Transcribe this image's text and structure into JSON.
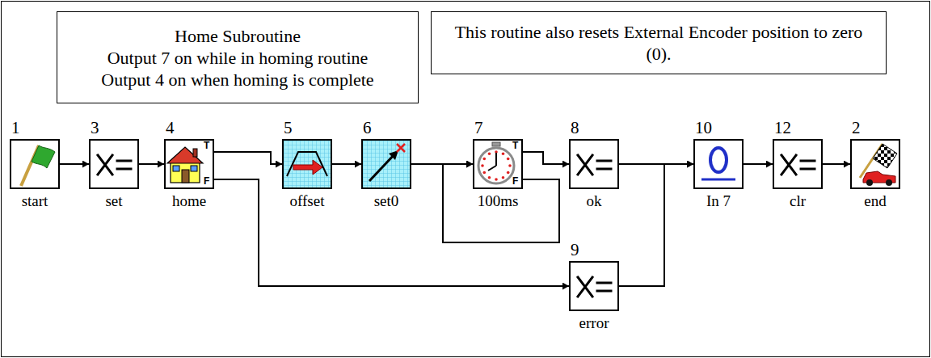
{
  "diagram": {
    "nodes": [
      {
        "text": [
          "Home Subroutine",
          "Output 7 on while in homing routine",
          "Output 4 on when homing is complete"
        ]
      },
      {
        "text": [
          "This routine also resets External Encoder position to zero (0)."
        ]
      },
      {
        "text": [
          "1",
          "start"
        ]
      },
      {
        "text": [
          "3",
          "set"
        ]
      },
      {
        "text": [
          "4",
          "home"
        ]
      },
      {
        "text": [
          "5",
          "offset"
        ]
      },
      {
        "text": [
          "6",
          "set0"
        ]
      },
      {
        "text": [
          "7",
          "100ms"
        ]
      },
      {
        "text": [
          "8",
          "ok"
        ]
      },
      {
        "text": [
          "9",
          "error"
        ]
      },
      {
        "text": [
          "10",
          "In 7"
        ]
      },
      {
        "text": [
          "12",
          "clr"
        ]
      },
      {
        "text": [
          "2",
          "end"
        ]
      }
    ],
    "edges": [
      {
        "from": 2,
        "to": 3,
        "arrow": "to"
      },
      {
        "from": 3,
        "to": 4,
        "arrow": "to"
      },
      {
        "from": 4,
        "to": 5,
        "arrow": "to"
      },
      {
        "from": 4,
        "to": 9,
        "arrow": "to"
      },
      {
        "from": 5,
        "to": 6,
        "arrow": "to"
      },
      {
        "from": 6,
        "to": 7,
        "arrow": "to"
      },
      {
        "from": 7,
        "to": 8,
        "arrow": "to"
      },
      {
        "from": 7,
        "to": 7,
        "arrow": "to"
      },
      {
        "from": 8,
        "to": 10,
        "arrow": "to"
      },
      {
        "from": 9,
        "to": 10,
        "arrow": "to"
      },
      {
        "from": 10,
        "to": 11,
        "arrow": "to"
      },
      {
        "from": 11,
        "to": 12,
        "arrow": "to"
      }
    ],
    "labels": [
      "T",
      "F",
      "T",
      "F"
    ]
  }
}
